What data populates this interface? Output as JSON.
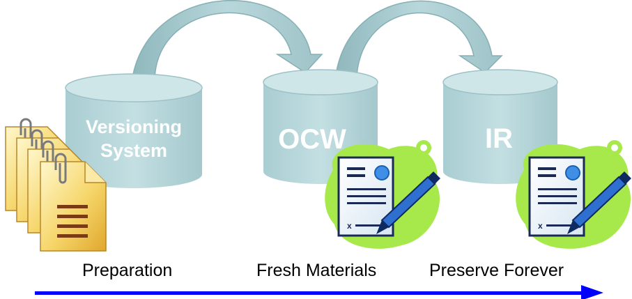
{
  "cylinders": [
    {
      "id": "versioning",
      "lines": [
        "Versioning",
        "System"
      ]
    },
    {
      "id": "ocw",
      "lines": [
        "OCW"
      ]
    },
    {
      "id": "ir",
      "lines": [
        "IR"
      ]
    }
  ],
  "stages": {
    "preparation": "Preparation",
    "fresh_materials": "Fresh Materials",
    "preserve_forever": "Preserve Forever"
  },
  "icons": {
    "documents": "document-stack-icon",
    "certificate_1": "signed-certificate-icon",
    "certificate_2": "signed-certificate-icon"
  },
  "colors": {
    "cylinder": "#b2d4d8",
    "cylinder_top": "#cfe6e9",
    "cylinder_edge": "#8fb6bb",
    "curved_arrow": "#a6c8cc",
    "timeline_arrow": "#0000ff",
    "splash": "#a7e84a",
    "doc_gold": "#f2c44f"
  }
}
